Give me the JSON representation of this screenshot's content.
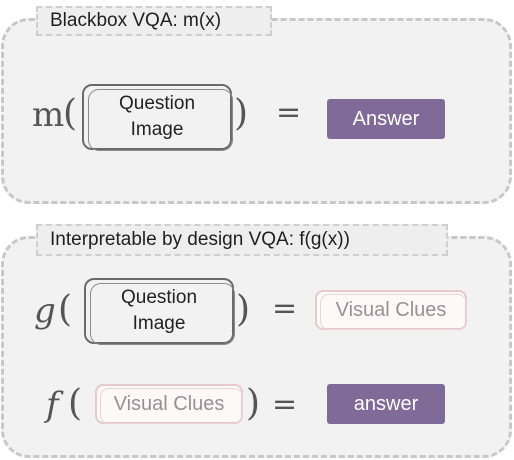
{
  "blackbox": {
    "title": "Blackbox  VQA: m(x)",
    "function_name": "m",
    "input_line1": "Question",
    "input_line2": "Image",
    "equals": "=",
    "output": "Answer"
  },
  "interpretable": {
    "title": "Interpretable by design VQA:  f(g(x))",
    "g_row": {
      "function_name": "g",
      "input_line1": "Question",
      "input_line2": "Image",
      "equals": "=",
      "output": "Visual Clues"
    },
    "f_row": {
      "function_name": "f",
      "input": "Visual Clues",
      "equals": "=",
      "output": "answer"
    }
  },
  "colors": {
    "answer_fill": "#7f6a98",
    "clue_border": "#e7c9cf",
    "panel_bg": "#f2f2f2"
  }
}
